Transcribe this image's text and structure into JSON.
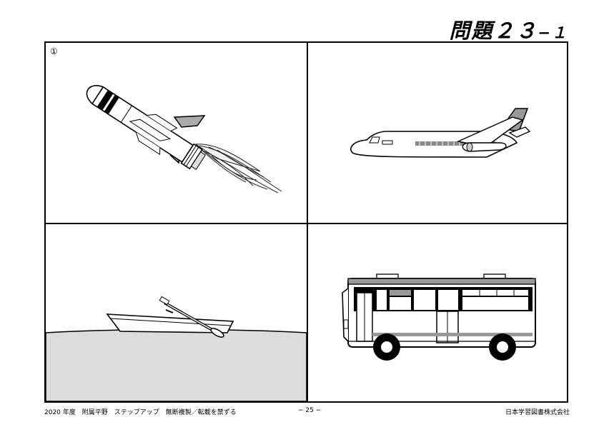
{
  "header": {
    "title_main": "問題２３",
    "title_sub": "−１"
  },
  "panels": {
    "top_left": {
      "number": "①",
      "picture": "rocket"
    },
    "top_right": {
      "picture": "airplane"
    },
    "bottom_left": {
      "picture": "rowboat"
    },
    "bottom_right": {
      "picture": "bus"
    }
  },
  "footer": {
    "left": "2020 年度　附属平野　ステップアップ　無断複製／転載を禁ずる",
    "center": "− 25 −",
    "right": "日本学習図書株式会社"
  }
}
